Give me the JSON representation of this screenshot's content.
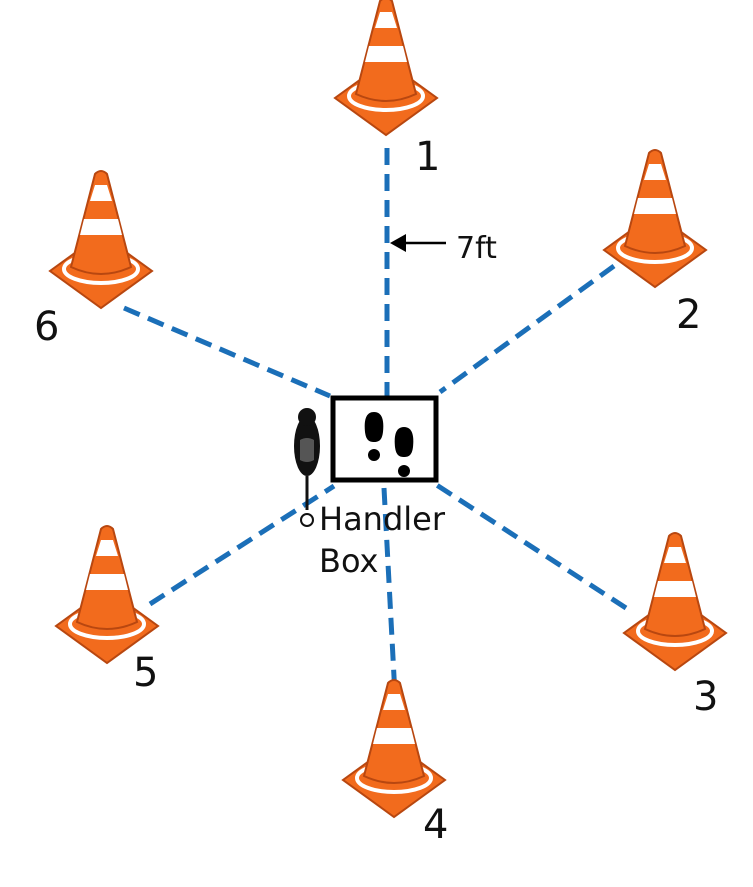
{
  "measurement": {
    "label": "7ft"
  },
  "handler_box": {
    "line1": "Handler",
    "line2": "Box"
  },
  "cones": [
    {
      "number": "1"
    },
    {
      "number": "2"
    },
    {
      "number": "3"
    },
    {
      "number": "4"
    },
    {
      "number": "5"
    },
    {
      "number": "6"
    }
  ],
  "colors": {
    "cone_orange": "#f26b1d",
    "cone_outline": "#b84710",
    "dashed_line": "#1b6fb8",
    "box_border": "#000000"
  }
}
